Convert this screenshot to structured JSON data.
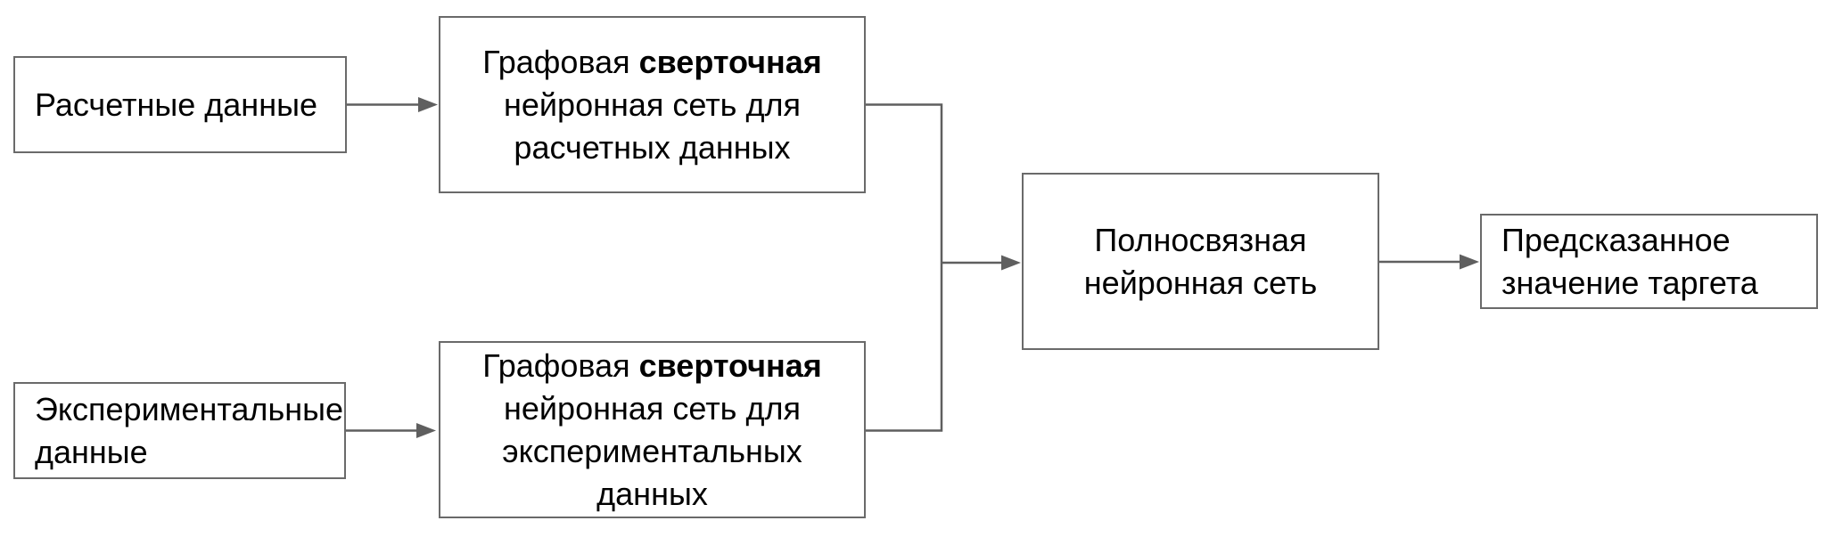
{
  "colors": {
    "background": "#ffffff",
    "box_border": "#6a6a6a",
    "connector": "#5f5f5f",
    "text": "#000000"
  },
  "nodes": {
    "calc_data": {
      "label": "Расчетные данные"
    },
    "gcn_calc": {
      "prefix": "Графовая ",
      "bold": "сверточная",
      "suffix": " нейронная сеть для расчетных данных"
    },
    "exp_data": {
      "label": "Экспериментальные данные"
    },
    "gcn_exp": {
      "prefix": "Графовая ",
      "bold": "сверточная",
      "suffix": " нейронная сеть для экспериментальных данных"
    },
    "fc_net": {
      "label": "Полносвязная нейронная сеть"
    },
    "predicted": {
      "label": "Предсказанное значение таргета"
    }
  },
  "edges": [
    {
      "from": "calc_data",
      "to": "gcn_calc"
    },
    {
      "from": "exp_data",
      "to": "gcn_exp"
    },
    {
      "from": "gcn_calc",
      "to": "fc_net"
    },
    {
      "from": "gcn_exp",
      "to": "fc_net"
    },
    {
      "from": "fc_net",
      "to": "predicted"
    }
  ]
}
